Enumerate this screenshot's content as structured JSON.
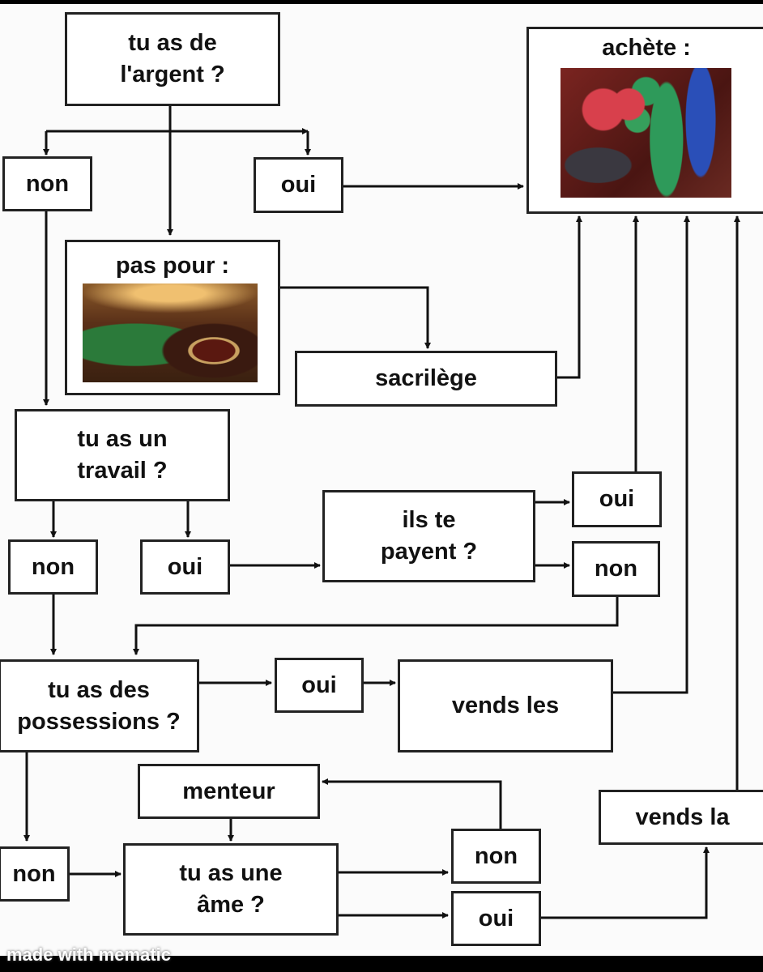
{
  "nodes": {
    "q_money": "tu as de\nl'argent ?",
    "buy": "achète :",
    "no_money": "non",
    "yes_money": "oui",
    "not_for": "pas pour :",
    "sacrilege": "sacrilège",
    "q_job": "tu as un\ntravail ?",
    "no_job": "non",
    "yes_job": "oui",
    "q_paid": "ils te\npayent ?",
    "yes_paid": "oui",
    "no_paid": "non",
    "q_possessions": "tu as des\npossessions ?",
    "yes_possessions": "oui",
    "sell_them": "vends les",
    "liar": "menteur",
    "no_possessions": "non",
    "q_soul": "tu as une\nâme ?",
    "no_soul": "non",
    "yes_soul": "oui",
    "sell_it": "vends la"
  },
  "images": {
    "buy": "casino-chips-photo",
    "not_for": "casino-roulette-photo"
  },
  "watermark": "made with mematic"
}
